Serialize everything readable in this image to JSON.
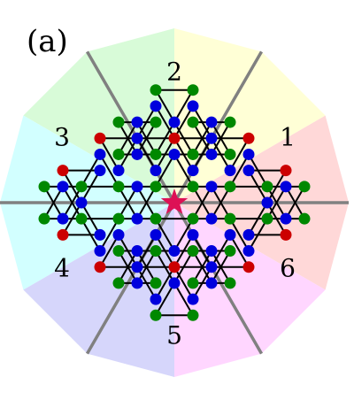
{
  "panel_label": "(a)",
  "sectors": [
    {
      "label": "1",
      "color": "#ffd8d8"
    },
    {
      "label": "2",
      "color": "#ffffd6"
    },
    {
      "label": "3",
      "color": "#d8fbd8"
    },
    {
      "label": "4",
      "color": "#d2ffff"
    },
    {
      "label": "5",
      "color": "#d6d6fb"
    },
    {
      "label": "6",
      "color": "#ffd6ff"
    }
  ],
  "colors": {
    "divider": "#808080",
    "bond": "#000000",
    "site_red": "#cc0000",
    "site_blue": "#0000dd",
    "site_green": "#008800",
    "center_star": "#dd1155"
  },
  "center_marker": "star"
}
